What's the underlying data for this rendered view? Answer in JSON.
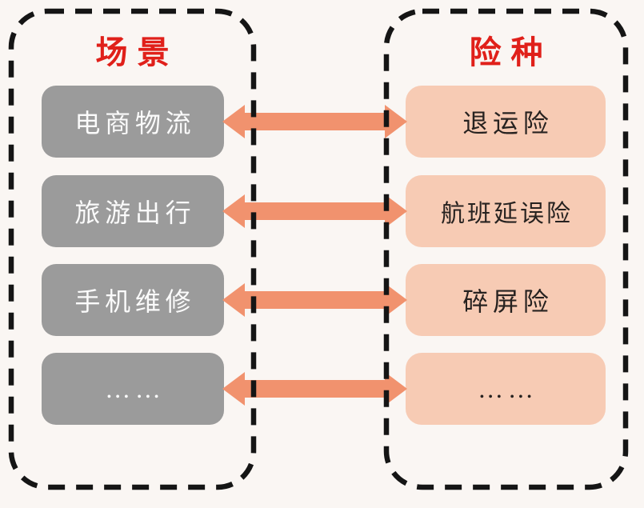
{
  "panels": {
    "scene": {
      "title": "场景",
      "items": [
        {
          "label": "电商物流"
        },
        {
          "label": "旅游出行"
        },
        {
          "label": "手机维修"
        },
        {
          "label": "……"
        }
      ]
    },
    "insurance": {
      "title": "险种",
      "items": [
        {
          "label": "退运险"
        },
        {
          "label": "航班延误险"
        },
        {
          "label": "碎屏险"
        },
        {
          "label": "……"
        }
      ]
    }
  },
  "mappings": [
    {
      "scene": "电商物流",
      "insurance": "退运险"
    },
    {
      "scene": "旅游出行",
      "insurance": "航班延误险"
    },
    {
      "scene": "手机维修",
      "insurance": "碎屏险"
    },
    {
      "scene": "……",
      "insurance": "……"
    }
  ],
  "colors": {
    "background": "#faf6f3",
    "panel_border": "#151515",
    "title_red": "#e0201a",
    "scene_box_bg": "#9b9b9b",
    "scene_box_text": "#fbfbfb",
    "insurance_box_bg": "#f7cbb4",
    "insurance_box_text": "#272220",
    "arrow": "#f1926e"
  }
}
